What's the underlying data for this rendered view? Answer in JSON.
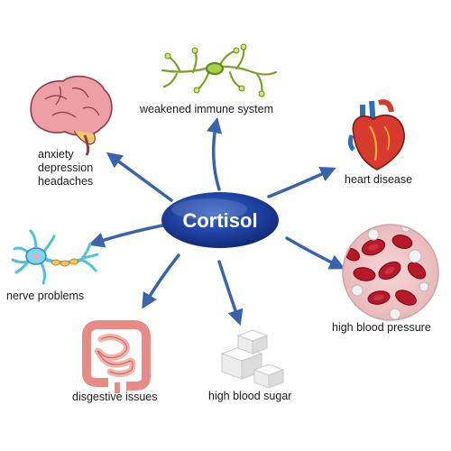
{
  "center": {
    "label": "Cortisol"
  },
  "effects": {
    "anxiety": [
      "anxiety",
      "depression",
      "headaches"
    ],
    "immune": "weakened immune system",
    "heart": "heart disease",
    "nerve": "nerve problems",
    "blood_pressure": "high blood pressure",
    "blood_sugar": "high blood sugar",
    "digestive": "disgestive issues"
  },
  "icons": [
    "brain-icon",
    "immune-cell-icon",
    "heart-icon",
    "neuron-icon",
    "blood-cells-icon",
    "sugar-cubes-icon",
    "intestine-icon"
  ],
  "colors": {
    "center_blue": "#1d3f9e",
    "arrow_blue": "#3a63ad",
    "brain_pink": "#ee9fa6",
    "heart_red": "#d93a2e",
    "blood_red": "#b8192a",
    "neuron_cyan": "#4fc0e0"
  }
}
